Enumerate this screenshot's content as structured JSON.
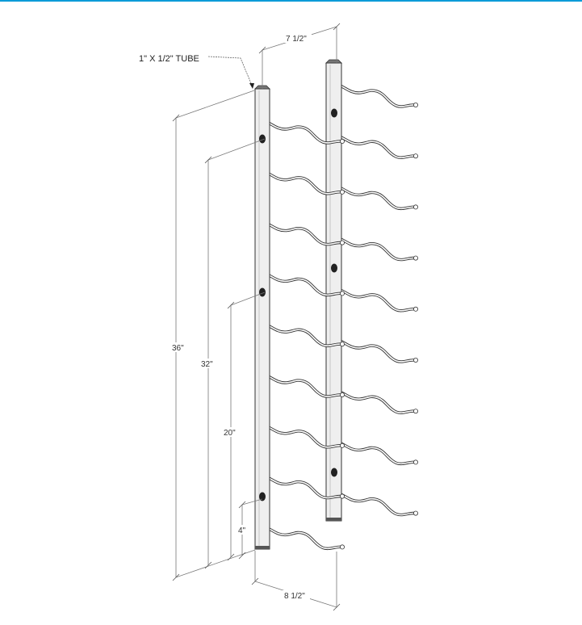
{
  "diagram": {
    "tube_label": "1\" X 1/2\" TUBE",
    "dimensions": {
      "top_width": "7 1/2\"",
      "bottom_depth": "8 1/2\"",
      "overall_height": "36\"",
      "hole_height_upper": "32\"",
      "hole_height_middle": "20\"",
      "hole_height_lower": "4\""
    },
    "colors": {
      "accent": "#0a9bd8",
      "line": "#333333",
      "tube_fill": "#eeeeee"
    }
  }
}
